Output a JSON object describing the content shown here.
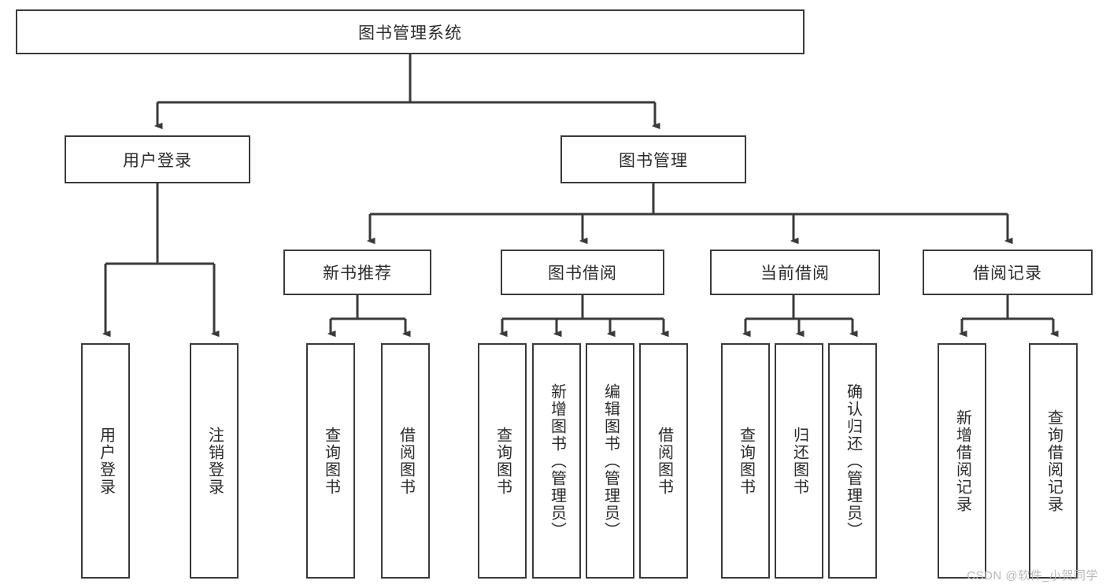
{
  "diagram": {
    "type": "tree-hierarchy-chart",
    "title_node": "图书管理系统",
    "line_color": "#3a3a3a",
    "box_fill": "#ffffff",
    "watermark": "CSDN @软件_小贺同学",
    "levels": 4,
    "nodes": {
      "root": "图书管理系统",
      "l1": [
        "用户登录",
        "图书管理"
      ],
      "l2_user_login": [
        "用户登录",
        "注销登录"
      ],
      "l2_book_manage": [
        "新书推荐",
        "图书借阅",
        "当前借阅",
        "借阅记录"
      ],
      "l3_new_book": [
        "查询图书",
        "借阅图书"
      ],
      "l3_borrow": [
        "查询图书",
        "新增图书（管理员）",
        "编辑图书（管理员）",
        "借阅图书"
      ],
      "l3_current": [
        "查询图书",
        "归还图书",
        "确认归还（管理员）"
      ],
      "l3_record": [
        "新增借阅记录",
        "查询借阅记录"
      ]
    }
  }
}
